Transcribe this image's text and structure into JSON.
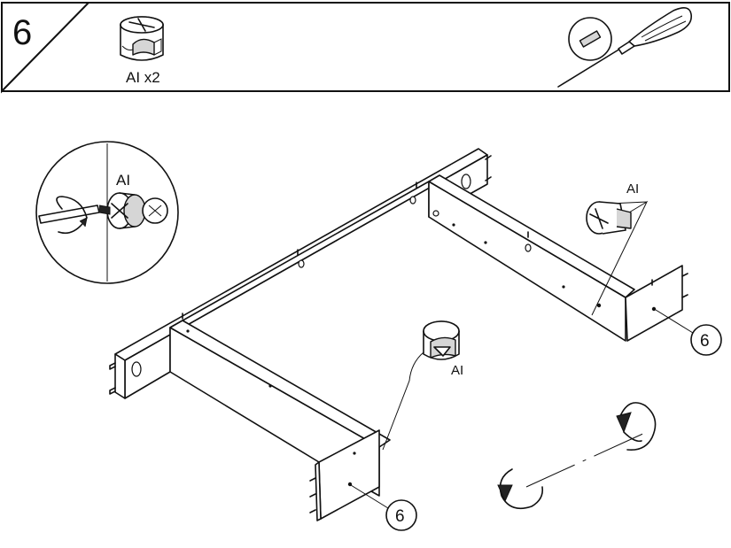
{
  "step": {
    "number": "6"
  },
  "parts": [
    {
      "code": "AI",
      "quantity_label": "AI x2",
      "icon": "cam-lock-icon"
    }
  ],
  "tools": [
    {
      "icon": "flathead-screwdriver-icon"
    }
  ],
  "detail_callout": {
    "label": "AI",
    "icon": "screwdriver-turning-cam-lock-icon"
  },
  "assembly_labels": {
    "cam_right": "AI",
    "cam_front": "AI",
    "panel_right_ref": "6",
    "panel_front_ref": "6"
  },
  "rotation_hint": {
    "icon": "rotate-assembly-icon"
  }
}
